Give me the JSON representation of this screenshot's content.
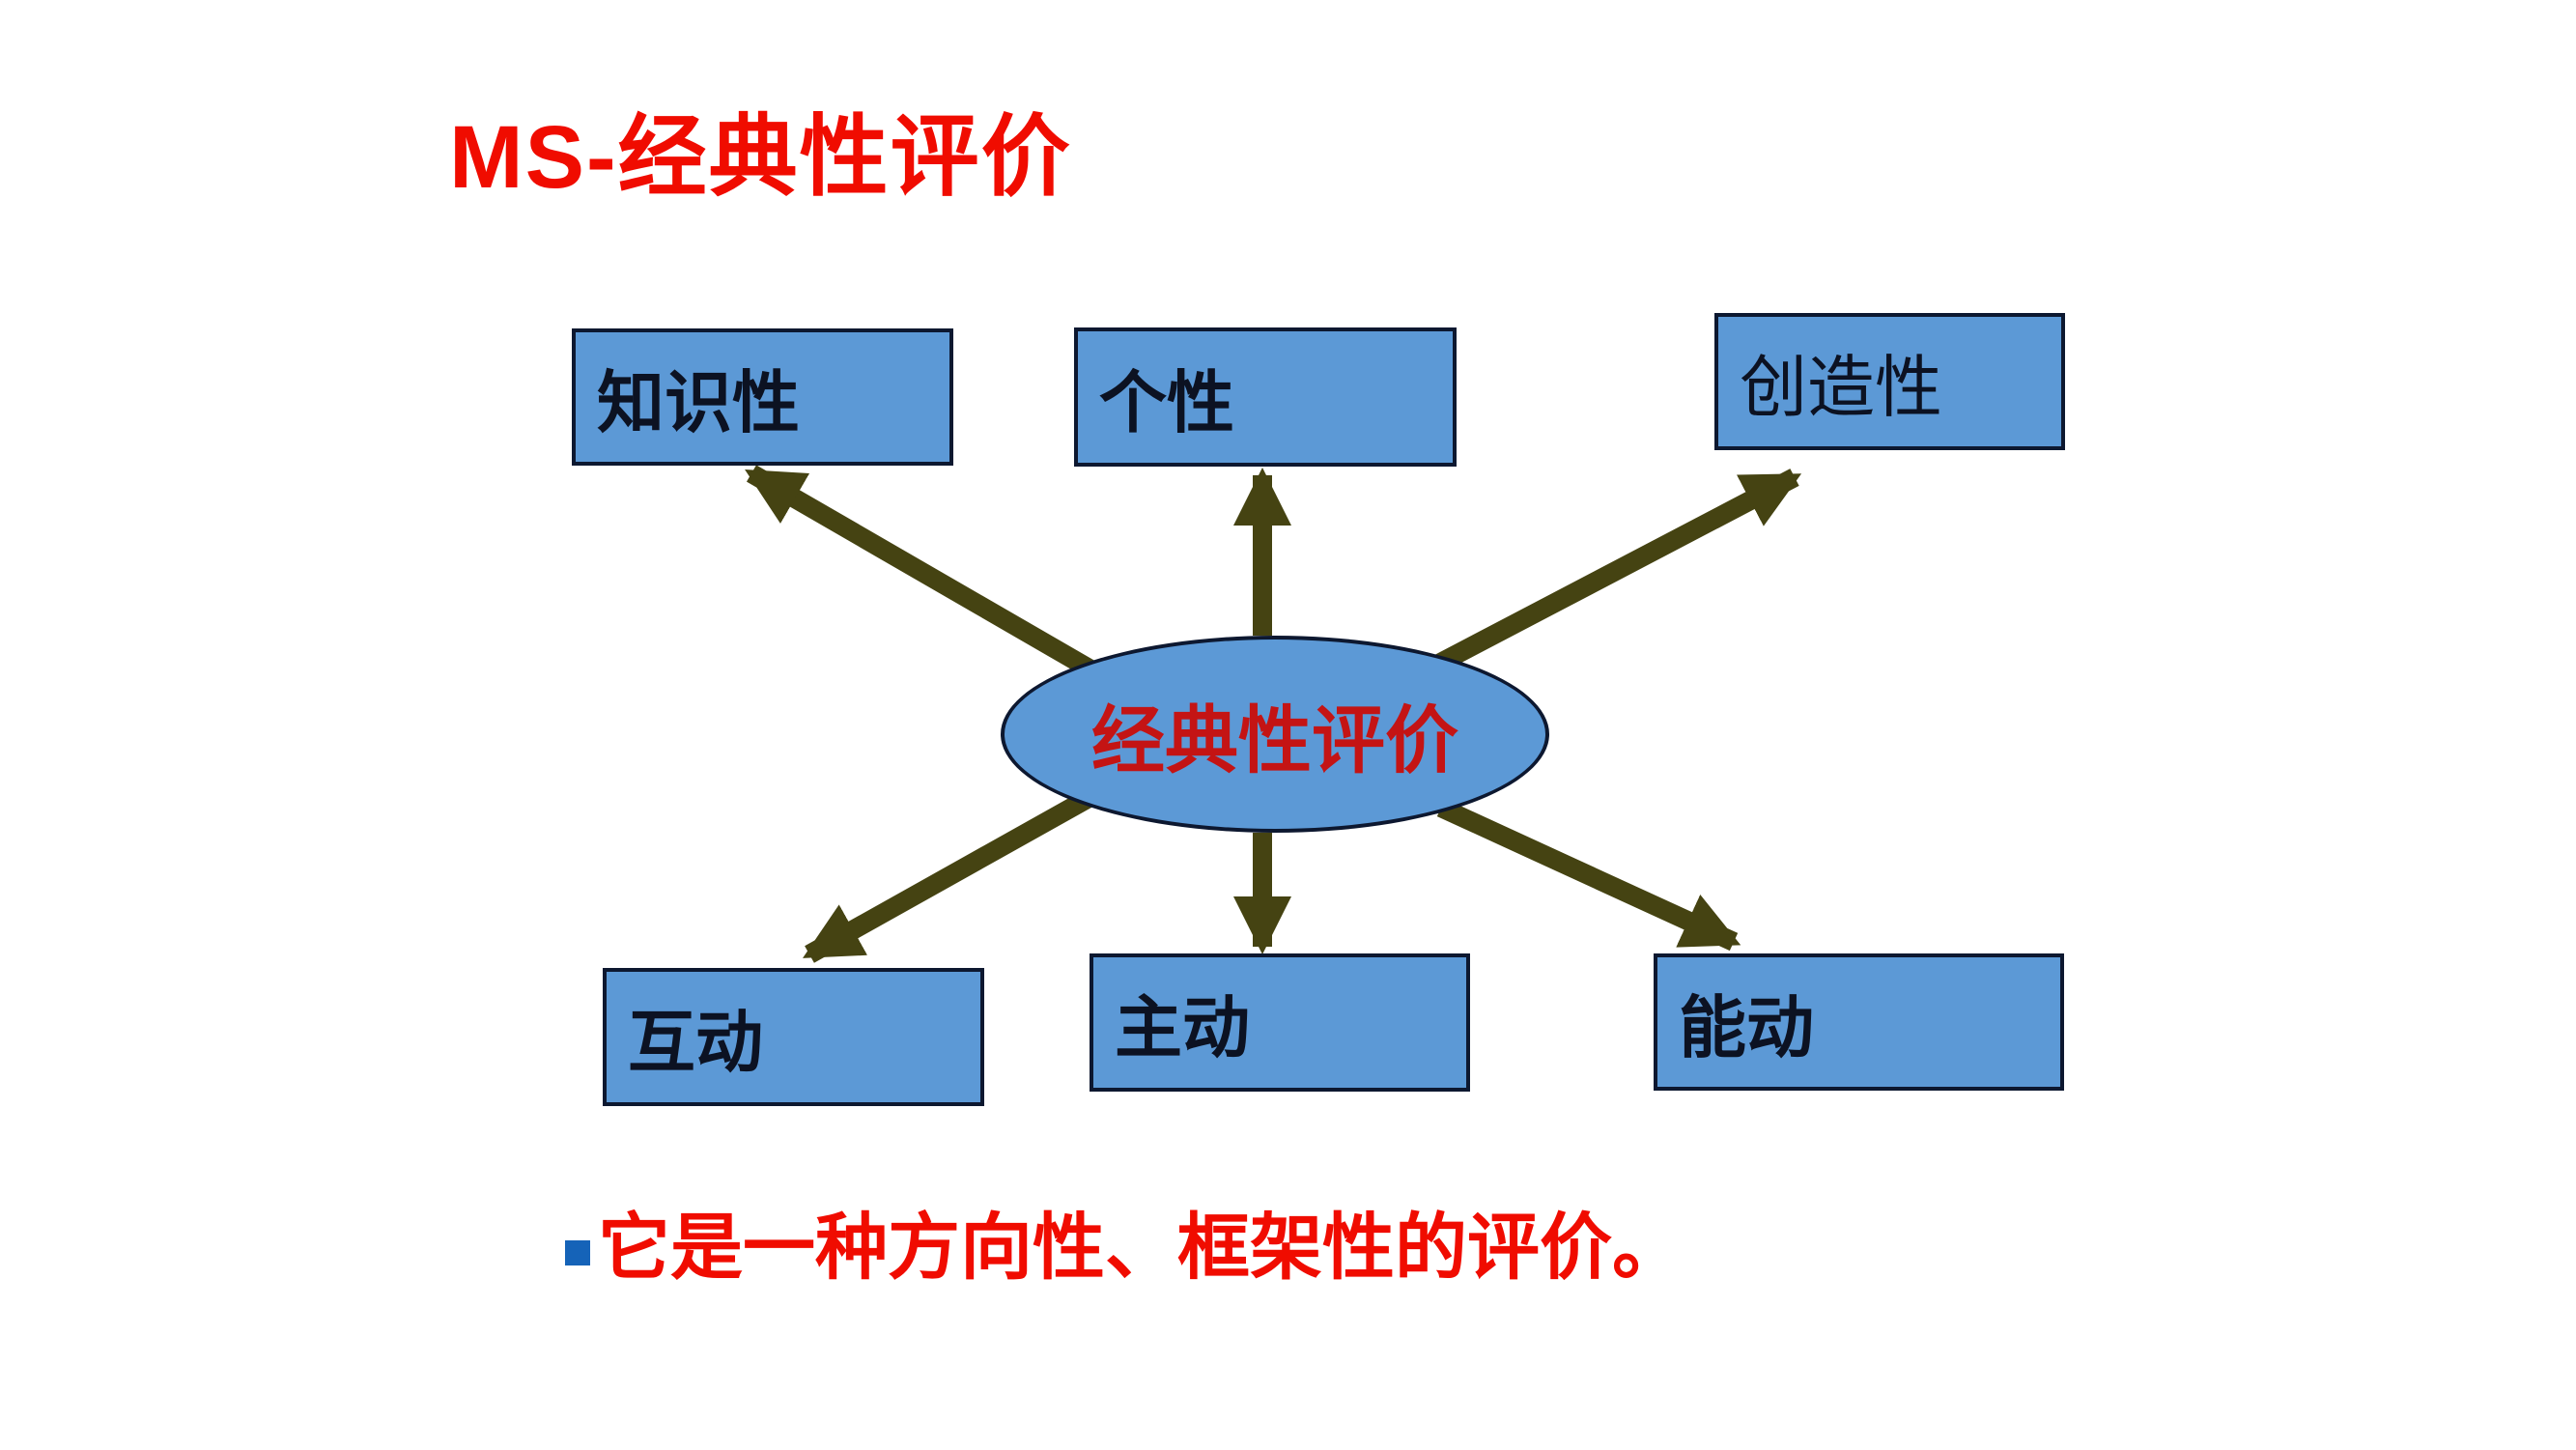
{
  "slide_title": "MS-经典性评价",
  "diagram": {
    "center_label": "经典性评价",
    "nodes": [
      {
        "id": "knowledge",
        "label": "知识性"
      },
      {
        "id": "personality",
        "label": "个性"
      },
      {
        "id": "creativity",
        "label": "创造性"
      },
      {
        "id": "interaction",
        "label": "互动"
      },
      {
        "id": "initiative",
        "label": "主动"
      },
      {
        "id": "agency",
        "label": "能动"
      }
    ]
  },
  "bullet": {
    "text": "它是一种方向性、框架性的评价。"
  },
  "colors": {
    "title-red": "#f00c00",
    "bullet-red": "#f00c00",
    "center-red": "#c41414",
    "node-fill": "#5c99d6",
    "node-border": "#0d1830",
    "node-text": "#0c1222",
    "arrow": "#454312",
    "bullet-square": "#1563b8"
  }
}
